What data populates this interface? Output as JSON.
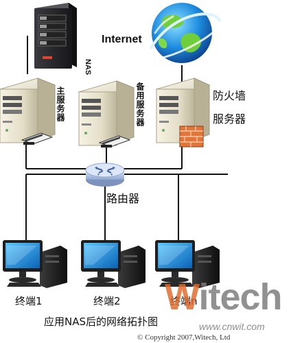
{
  "labels": {
    "internet": "Internet",
    "nas": "NAS",
    "main_server": "主服务器",
    "backup_server": "备用服务器",
    "firewall_line1": "防火墙",
    "firewall_line2": "服务器",
    "router": "路由器",
    "terminal1": "终端1",
    "terminal2": "终端2",
    "terminal_n": "终端n",
    "caption": "应用NAS后的网络拓扑图"
  },
  "watermark": {
    "logo_w": "W",
    "logo_rest": "itech",
    "url": "www.cnwit.com",
    "copyright": "© Copyright 2007,Witech, Ltd"
  },
  "colors": {
    "line": "#111111",
    "server_body": "#e9e4d2",
    "monitor_screen": "#1a8fd6",
    "router": "#b8c9e6",
    "watermark_w": "#e06a2a",
    "watermark_text": "#8f8f8f"
  }
}
